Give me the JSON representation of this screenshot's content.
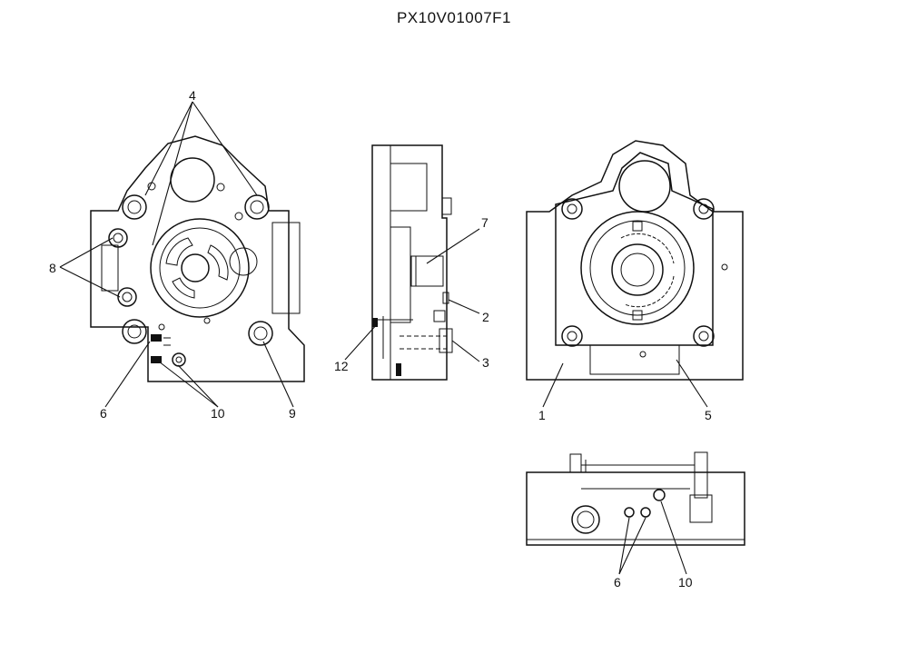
{
  "title": "PX10V01007F1",
  "callouts": {
    "c1": "1",
    "c2": "2",
    "c3": "3",
    "c4": "4",
    "c5": "5",
    "c6a": "6",
    "c6b": "6",
    "c7": "7",
    "c8": "8",
    "c9": "9",
    "c10a": "10",
    "c10b": "10",
    "c12": "12"
  }
}
